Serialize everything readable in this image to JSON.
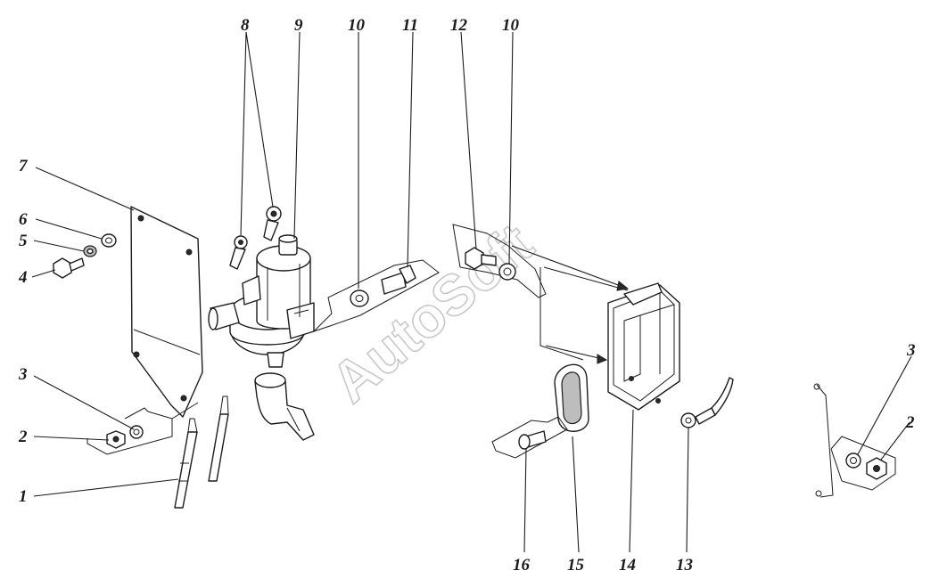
{
  "watermark": "AutoSoft",
  "callouts": {
    "c1": "1",
    "c2a": "2",
    "c2b": "2",
    "c3a": "3",
    "c3b": "3",
    "c4": "4",
    "c5": "5",
    "c6": "6",
    "c7": "7",
    "c8": "8",
    "c9": "9",
    "c10a": "10",
    "c10b": "10",
    "c11": "11",
    "c12": "12",
    "c13": "13",
    "c14": "14",
    "c15": "15",
    "c16": "16"
  }
}
